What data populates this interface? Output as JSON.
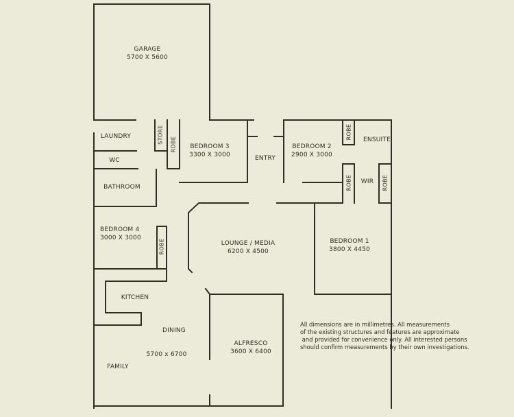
{
  "plan": {
    "rooms": {
      "garage": {
        "name": "GARAGE",
        "size": "5700 X 5600"
      },
      "laundry": {
        "name": "LAUNDRY"
      },
      "wc": {
        "name": "WC"
      },
      "bathroom": {
        "name": "BATHROOM"
      },
      "store": {
        "name": "STORE"
      },
      "robe_bed3": {
        "name": "ROBE"
      },
      "bedroom3": {
        "name": "BEDROOM 3",
        "size": "3300 X 3000"
      },
      "entry": {
        "name": "ENTRY"
      },
      "bedroom2": {
        "name": "BEDROOM 2",
        "size": "2900 X 3000"
      },
      "robe_bed2": {
        "name": "ROBE"
      },
      "ensuite": {
        "name": "ENSUITE"
      },
      "robe_wir_left": {
        "name": "ROBE"
      },
      "wir": {
        "name": "WIR"
      },
      "robe_wir_right": {
        "name": "ROBE"
      },
      "bedroom4": {
        "name": "BEDROOM 4",
        "size": "3000 X 3000"
      },
      "robe_bed4": {
        "name": "ROBE"
      },
      "lounge": {
        "name": "LOUNGE / MEDIA",
        "size": "6200 X 4500"
      },
      "bedroom1": {
        "name": "BEDROOM 1",
        "size": "3800 X 4450"
      },
      "kitchen": {
        "name": "KITCHEN"
      },
      "dining": {
        "name": "DINING",
        "size": "5700 x 6700"
      },
      "family": {
        "name": "FAMILY"
      },
      "alfresco": {
        "name": "ALFRESCO",
        "size": "3600 X 6400"
      }
    },
    "disclaimer": [
      "All dimensions are in millimetres. All measurements",
      "of the existing structures and features are approximate",
      " and provided for convenience only. All interested persons",
      "should confirm measurements by their own investigations."
    ],
    "colors": {
      "background": "#ecebd9",
      "wall": "#2e2e24"
    }
  }
}
